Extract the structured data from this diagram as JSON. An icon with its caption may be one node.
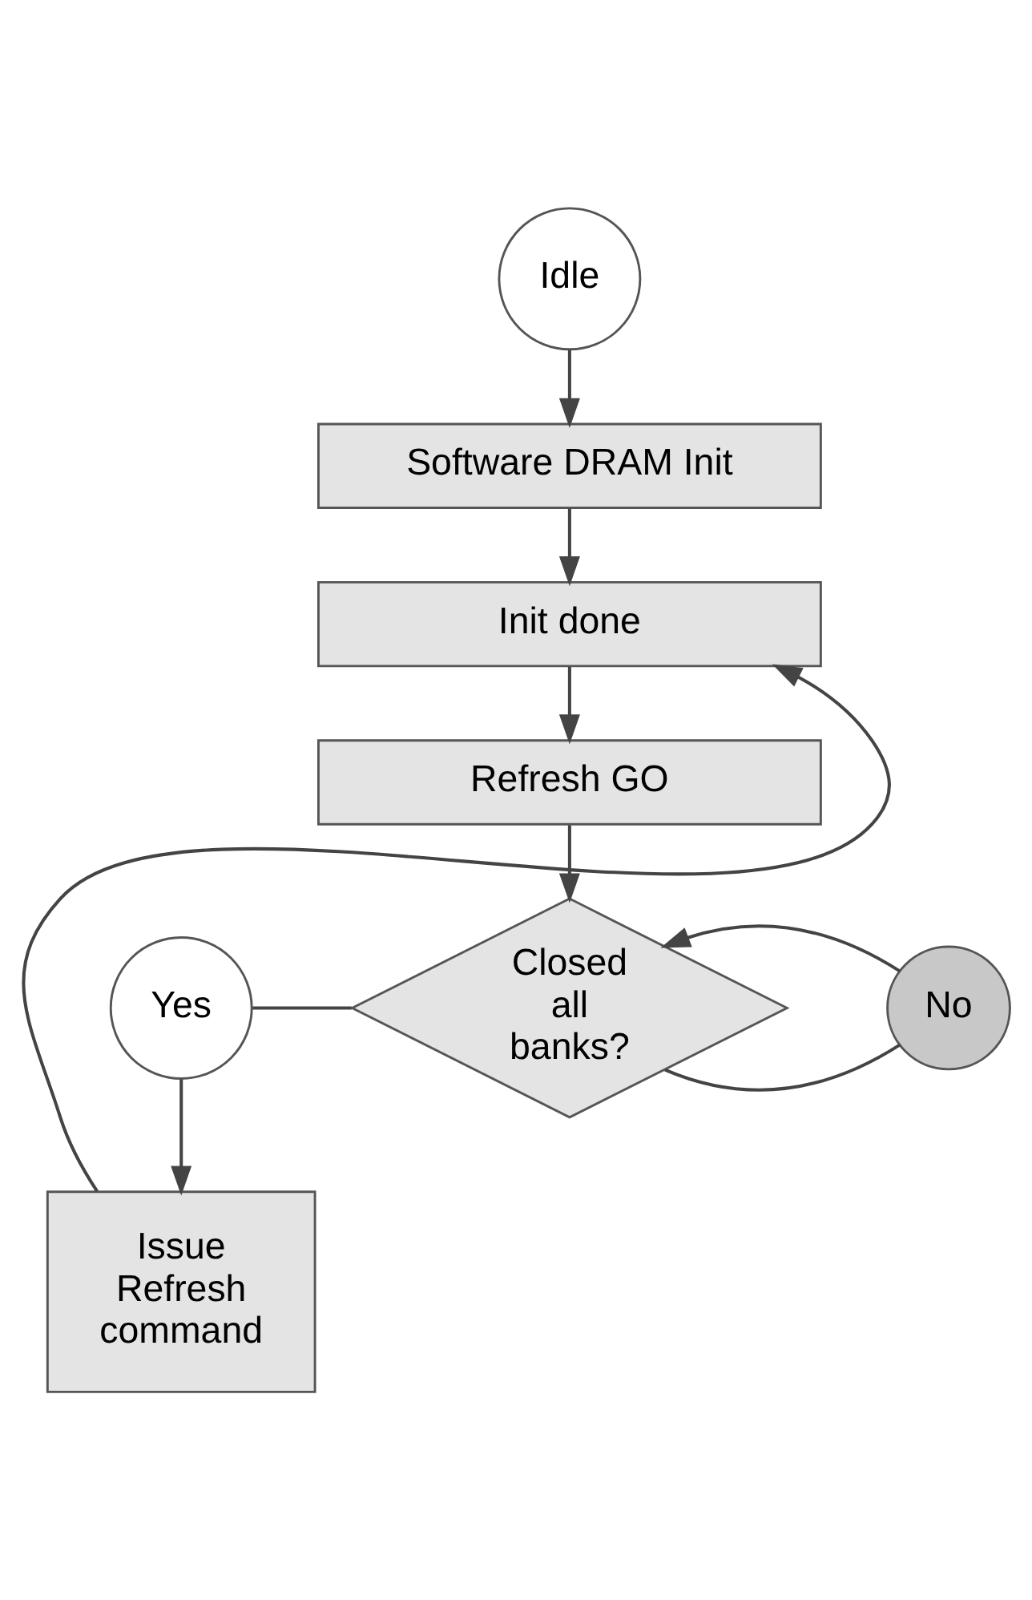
{
  "diagram": {
    "nodes": [
      {
        "text": [
          "Idle"
        ]
      },
      {
        "text": [
          "Software DRAM Init"
        ]
      },
      {
        "text": [
          "Init done"
        ]
      },
      {
        "text": [
          "Refresh GO"
        ]
      },
      {
        "text": [
          "Closed all banks?"
        ]
      },
      {
        "text": [
          "Yes"
        ]
      },
      {
        "text": [
          "No"
        ]
      },
      {
        "text": [
          "Issue Refresh command"
        ]
      }
    ],
    "edges": [
      {
        "from": 0,
        "to": 1,
        "arrow": "to"
      },
      {
        "from": 1,
        "to": 2,
        "arrow": "to"
      },
      {
        "from": 2,
        "to": 3,
        "arrow": "to"
      },
      {
        "from": 3,
        "to": 4,
        "arrow": "to"
      },
      {
        "from": 5,
        "to": 4,
        "arrow": "none"
      },
      {
        "from": 4,
        "to": 6,
        "arrow": "none"
      },
      {
        "from": 6,
        "to": 4,
        "arrow": "to"
      },
      {
        "from": 5,
        "to": 7,
        "arrow": "to"
      },
      {
        "from": 7,
        "to": 2,
        "arrow": "to"
      }
    ]
  }
}
